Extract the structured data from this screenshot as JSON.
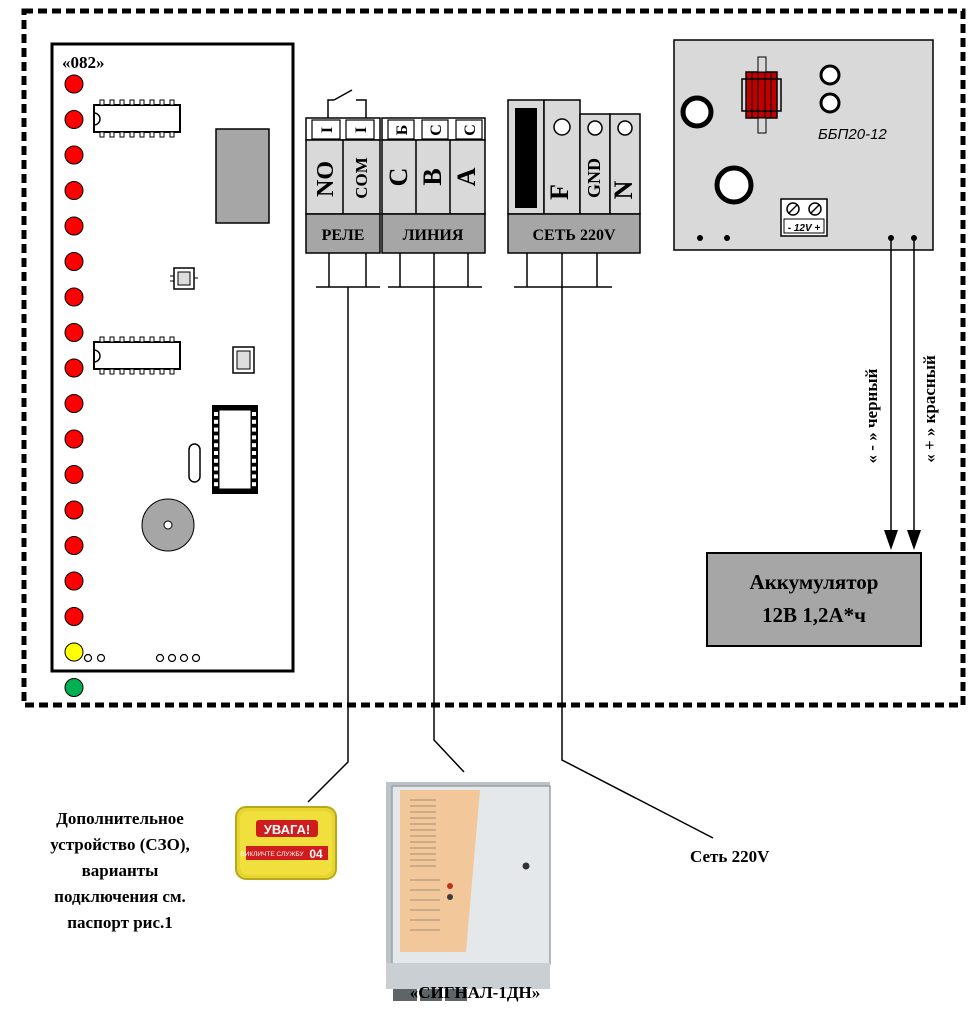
{
  "controller": {
    "label": "«082»"
  },
  "relay": {
    "label": "РЕЛЕ",
    "pins": [
      "I",
      "I"
    ],
    "terms": [
      "NO",
      "COM"
    ]
  },
  "line": {
    "label": "ЛИНИЯ",
    "pins": [
      "Б",
      "С",
      "С"
    ],
    "terms": [
      "C",
      "B",
      "A"
    ]
  },
  "mains": {
    "label": "СЕТЬ 220V",
    "terms": [
      "F",
      "GND",
      "N"
    ]
  },
  "psu": {
    "model": "ББП20-12",
    "terminal": "- 12V +"
  },
  "battery": {
    "line1": "Аккумулятор",
    "line2": "12В 1,2А*ч"
  },
  "wires": {
    "black": "« - » черный",
    "red": "« + » красный"
  },
  "device": {
    "lines": [
      "Дополнительное",
      "устройство (СЗО),",
      "варианты",
      "подключения см.",
      "паспорт рис.1"
    ],
    "sticker_title": "УВАГА!",
    "sticker_code": "04",
    "sticker_small": "ВИКЛИЧТЕ СЛУЖБУ"
  },
  "mains_label": "Сеть 220V",
  "signal_label": "«СИГНАЛ-1ДН»"
}
